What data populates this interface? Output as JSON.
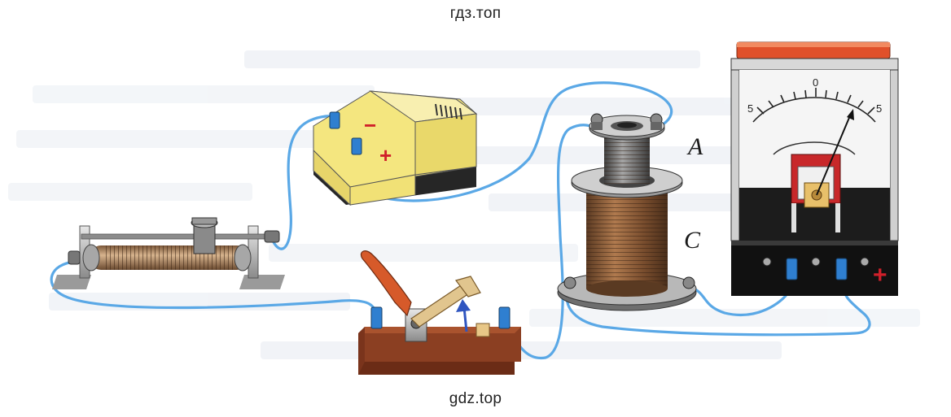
{
  "watermark": {
    "top": "гдз.топ",
    "bottom": "gdz.top"
  },
  "labels": {
    "coil_inner": "A",
    "coil_outer": "C"
  },
  "power_supply": {
    "minus_sign": "−",
    "plus_sign": "+"
  },
  "galvanometer": {
    "scale": {
      "left": "5",
      "center": "0",
      "right": "5"
    },
    "plus_sign": "+"
  },
  "colors": {
    "wire": "#5aa8e6",
    "background_text": "#dfe5ee",
    "battery_body": "#f2e27a",
    "switch_base": "#9a4a2a",
    "coil_winding": "#8a5a3a"
  }
}
